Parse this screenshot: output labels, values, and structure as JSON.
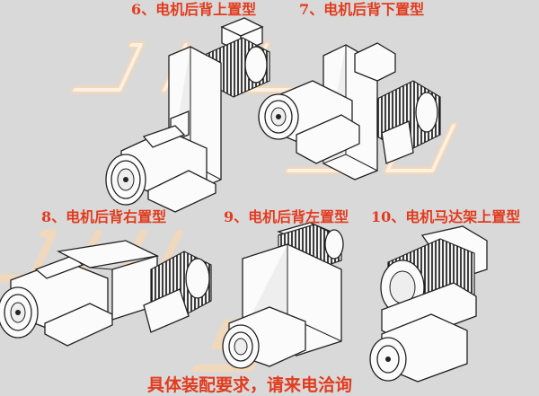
{
  "labels": {
    "item6": "6、电机后背上置型",
    "item7": "7、电机后背下置型",
    "item8": "8、电机后背右置型",
    "item9": "9、电机后背左置型",
    "item10": "10、电机马达架上置型"
  },
  "footer": "具体装配要求，请来电洽询",
  "watermark_text": "JHLSU",
  "colors": {
    "label": "#e23b1e",
    "background": "#d9d9d9",
    "watermark": "#f2d7b8"
  }
}
